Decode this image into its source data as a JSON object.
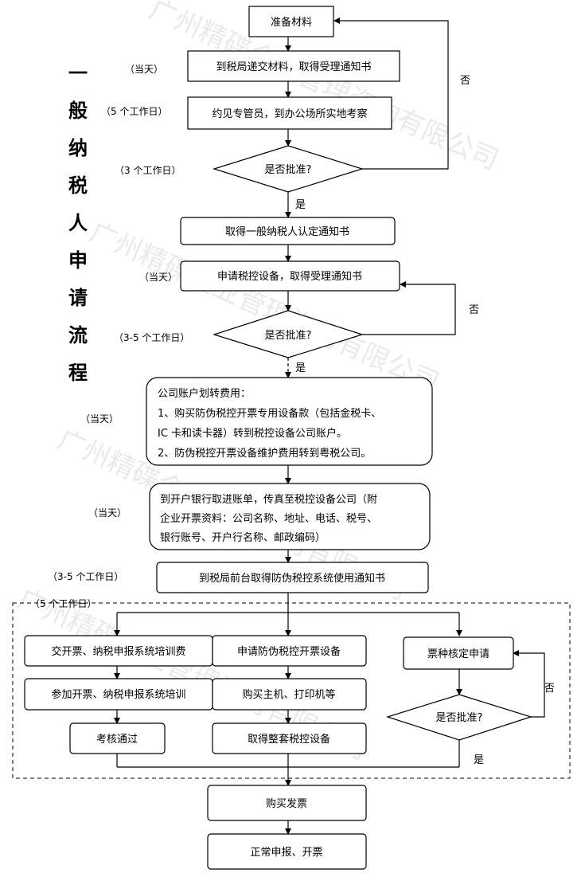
{
  "title_chars": [
    "一",
    "般",
    "纳",
    "税",
    "人",
    "申",
    "请",
    "流",
    "程"
  ],
  "nodes": {
    "prepare": "准备材料",
    "submit": "到税局递交材料，取得受理通知书",
    "meet": "约见专管员，到办公场所实地考察",
    "approve1": "是否批准?",
    "cert": "取得一般纳税人认定通知书",
    "apply_device": "申请税控设备，取得受理通知书",
    "approve2": "是否批准?",
    "transfer": [
      "公司账户划转费用：",
      "1、购买防伪税控开票专用设备款（包括金税卡、",
      "IC 卡和读卡器）转到税控设备公司账户。",
      "2、防伪税控开票设备维护费用转到粤税公司。"
    ],
    "bank": [
      "到开户银行取进账单，传真至税控设备公司（附",
      "企业开票资料：公司名称、地址、电话、税号、",
      "银行账号、开户行名称、邮政编码）"
    ],
    "notice": "到税局前台取得防伪税控系统使用通知书",
    "fee": "交开票、纳税申报系统培训费",
    "train": "参加开票、纳税申报系统培训",
    "exam": "考核通过",
    "apply_anti": "申请防伪税控开票设备",
    "buy_host": "购买主机、打印机等",
    "get_device": "取得整套税控设备",
    "ticket": "票种核定申请",
    "approve3": "是否批准?",
    "buy_invoice": "购买发票",
    "normal": "正常申报、开票"
  },
  "edge_labels": {
    "no": "否",
    "yes": "是"
  },
  "time_labels": {
    "t_submit": "（当天）",
    "t_meet": "（5 个工作日）",
    "t_approve1": "（3 个工作日）",
    "t_apply": "（当天）",
    "t_approve2": "（3-5 个工作日）",
    "t_transfer": "（当天）",
    "t_bank": "（当天）",
    "t_notice": "（3-5 个工作日）",
    "t_group": "（5 个工作日）"
  },
  "watermark": "广州精碟企业管理咨询有限公司"
}
